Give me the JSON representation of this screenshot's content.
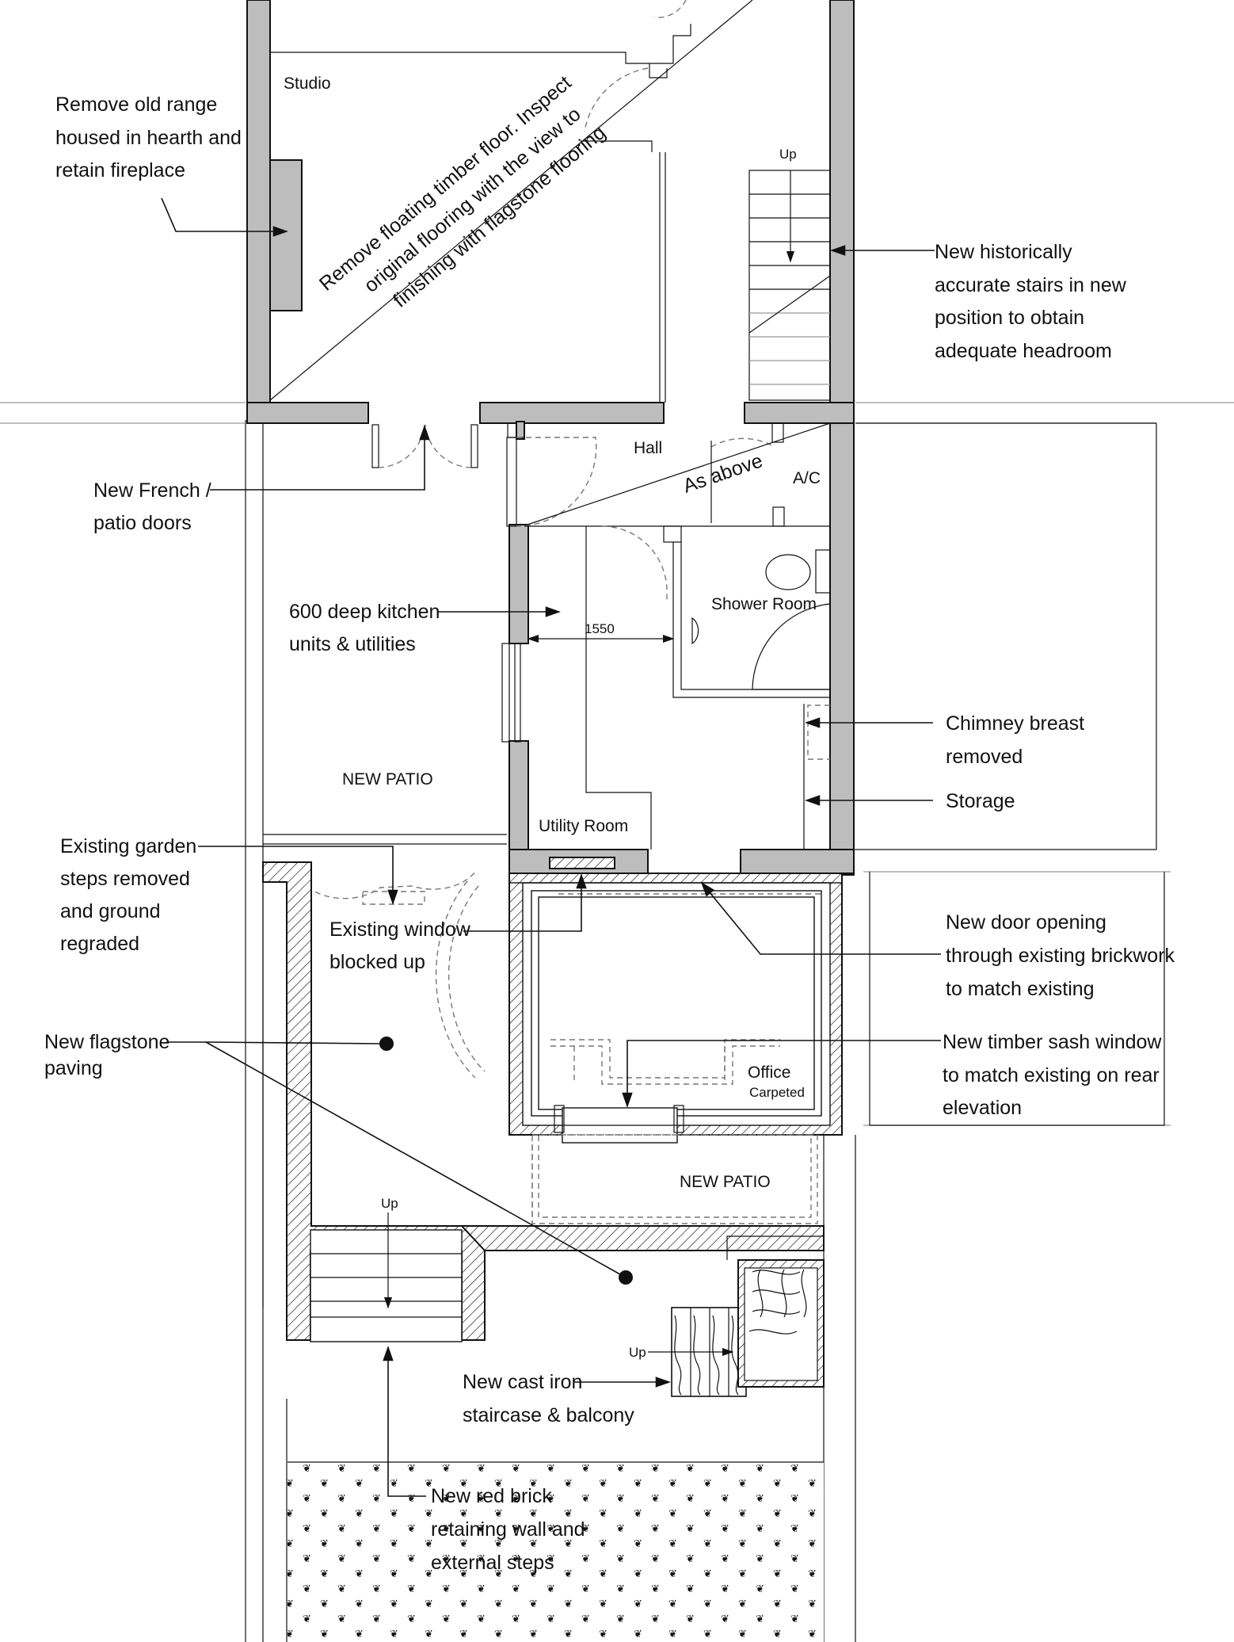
{
  "rooms": {
    "studio": "Studio",
    "hall": "Hall",
    "ac": "A/C",
    "shower": "Shower Room",
    "utility": "Utility Room",
    "office": "Office",
    "office_sub": "Carpeted",
    "patio_left": "NEW PATIO",
    "patio_right": "NEW PATIO"
  },
  "floor_note": [
    "Remove floating timber floor. Inspect",
    "original flooring with the view to",
    "finishing with flagstone flooring"
  ],
  "as_above": "As above",
  "dimension": "1550",
  "up_labels": [
    "Up",
    "Up",
    "Up"
  ],
  "annotations": {
    "range": [
      "Remove old range",
      "housed in hearth and",
      "retain fireplace"
    ],
    "stairs": [
      "New historically",
      "accurate stairs in new",
      "position to obtain",
      "adequate headroom"
    ],
    "french": [
      "New French /",
      "patio doors"
    ],
    "kitchen": [
      "600 deep kitchen",
      "units & utilities"
    ],
    "chimney": [
      "Chimney breast",
      "removed"
    ],
    "storage": "Storage",
    "garden": [
      "Existing garden",
      "steps removed",
      "and ground",
      "regraded"
    ],
    "window": [
      "Existing window",
      "blocked up"
    ],
    "door": [
      "New door opening",
      "through existing brickwork",
      "to match existing"
    ],
    "flagstone": [
      "New flagstone",
      "paving"
    ],
    "sash": [
      "New timber sash window",
      "to match existing on rear",
      "elevation"
    ],
    "castiron": [
      "New cast iron",
      "staircase & balcony"
    ],
    "brick": [
      "New red brick",
      "retaining wall and",
      "external steps"
    ]
  },
  "colors": {
    "wall_fill": "#bdbdbd",
    "line": "#111111",
    "ghost": "#999999"
  }
}
